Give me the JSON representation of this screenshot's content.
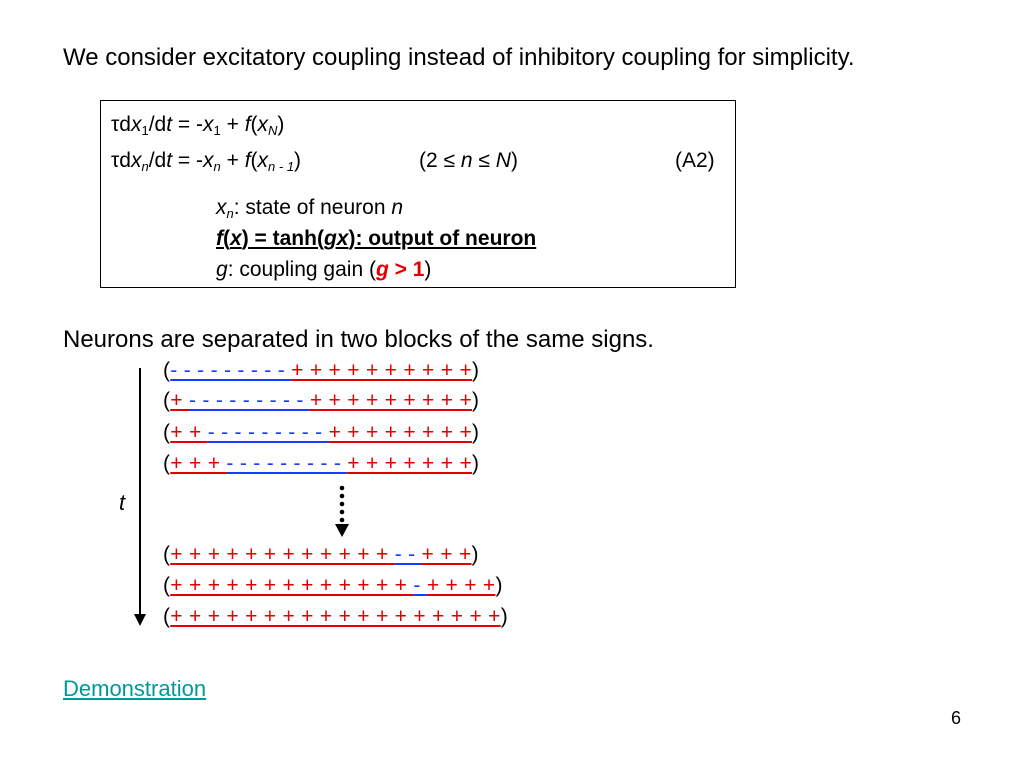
{
  "title": "We consider excitatory coupling instead of inhibitory coupling for simplicity.",
  "equations": {
    "eq1": {
      "tau": "τ",
      "d1": "d",
      "x": "x",
      "sub1": "1",
      "slash": "/d",
      "t": "t",
      "mid": " = -",
      "x2": "x",
      "sub2": "1",
      "plus": " + ",
      "f": "f",
      "open": "(",
      "x3": "x",
      "subN": "N",
      "close": ")"
    },
    "eq2": {
      "tau": "τ",
      "d1": "d",
      "x": "x",
      "subn": "n",
      "slash": "/d",
      "t": "t",
      "mid": " = -",
      "x2": "x",
      "subn2": "n",
      "plus": " + ",
      "f": "f",
      "open": "(",
      "x3": "x",
      "subnm1": "n - 1",
      "close": ")"
    },
    "cond": {
      "open": "(2 ≤ ",
      "n": "n",
      "le": " ≤ ",
      "N": "N",
      "close": ")"
    },
    "label": "(A2)",
    "def1": {
      "x": "x",
      "sub": "n",
      "text": ": state of neuron ",
      "n": "n"
    },
    "def2": {
      "f": "f",
      "p1": "(",
      "x": "x",
      "p2": ") = tanh(",
      "gx": "gx",
      "p3": "): output of neuron"
    },
    "def3": {
      "g": "g",
      "text": ": coupling gain (",
      "g2": "g",
      "gt": " > 1",
      "close": ")"
    }
  },
  "section2": "Neurons are separated in two blocks of the same signs.",
  "rows": [
    {
      "open": "(",
      "segments": [
        {
          "c": "b",
          "t": "- - - - - - - - - "
        },
        {
          "c": "r",
          "t": "+ + + + + + + + + +"
        }
      ],
      "close": ")"
    },
    {
      "open": "(",
      "segments": [
        {
          "c": "r",
          "t": "+ "
        },
        {
          "c": "b",
          "t": "- - - - - - - - - "
        },
        {
          "c": "r",
          "t": "+ + + + + + + + +"
        }
      ],
      "close": ")"
    },
    {
      "open": "(",
      "segments": [
        {
          "c": "r",
          "t": "+ + "
        },
        {
          "c": "b",
          "t": "- - - - - - - - - "
        },
        {
          "c": "r",
          "t": "+ + + + + + + +"
        }
      ],
      "close": ")"
    },
    {
      "open": "(",
      "segments": [
        {
          "c": "r",
          "t": "+ + + "
        },
        {
          "c": "b",
          "t": "- - - - - - - - - "
        },
        {
          "c": "r",
          "t": "+ + + + + + +"
        }
      ],
      "close": ")"
    },
    {
      "open": "(",
      "segments": [
        {
          "c": "r",
          "t": "+ + + + + + + + + + + + "
        },
        {
          "c": "b",
          "t": "- - "
        },
        {
          "c": "r",
          "t": "+ + +"
        }
      ],
      "close": ")"
    },
    {
      "open": "(",
      "segments": [
        {
          "c": "r",
          "t": "+ + + + + + + + + + + + + "
        },
        {
          "c": "b",
          "t": "- "
        },
        {
          "c": "r",
          "t": "+ + + +"
        }
      ],
      "close": ")"
    },
    {
      "open": "(",
      "segments": [
        {
          "c": "r",
          "t": "+ + + + + + + + + + + + + + + + + +"
        }
      ],
      "close": ")"
    }
  ],
  "time_label": "t",
  "demo_link": "Demonstration",
  "page_number": "6"
}
